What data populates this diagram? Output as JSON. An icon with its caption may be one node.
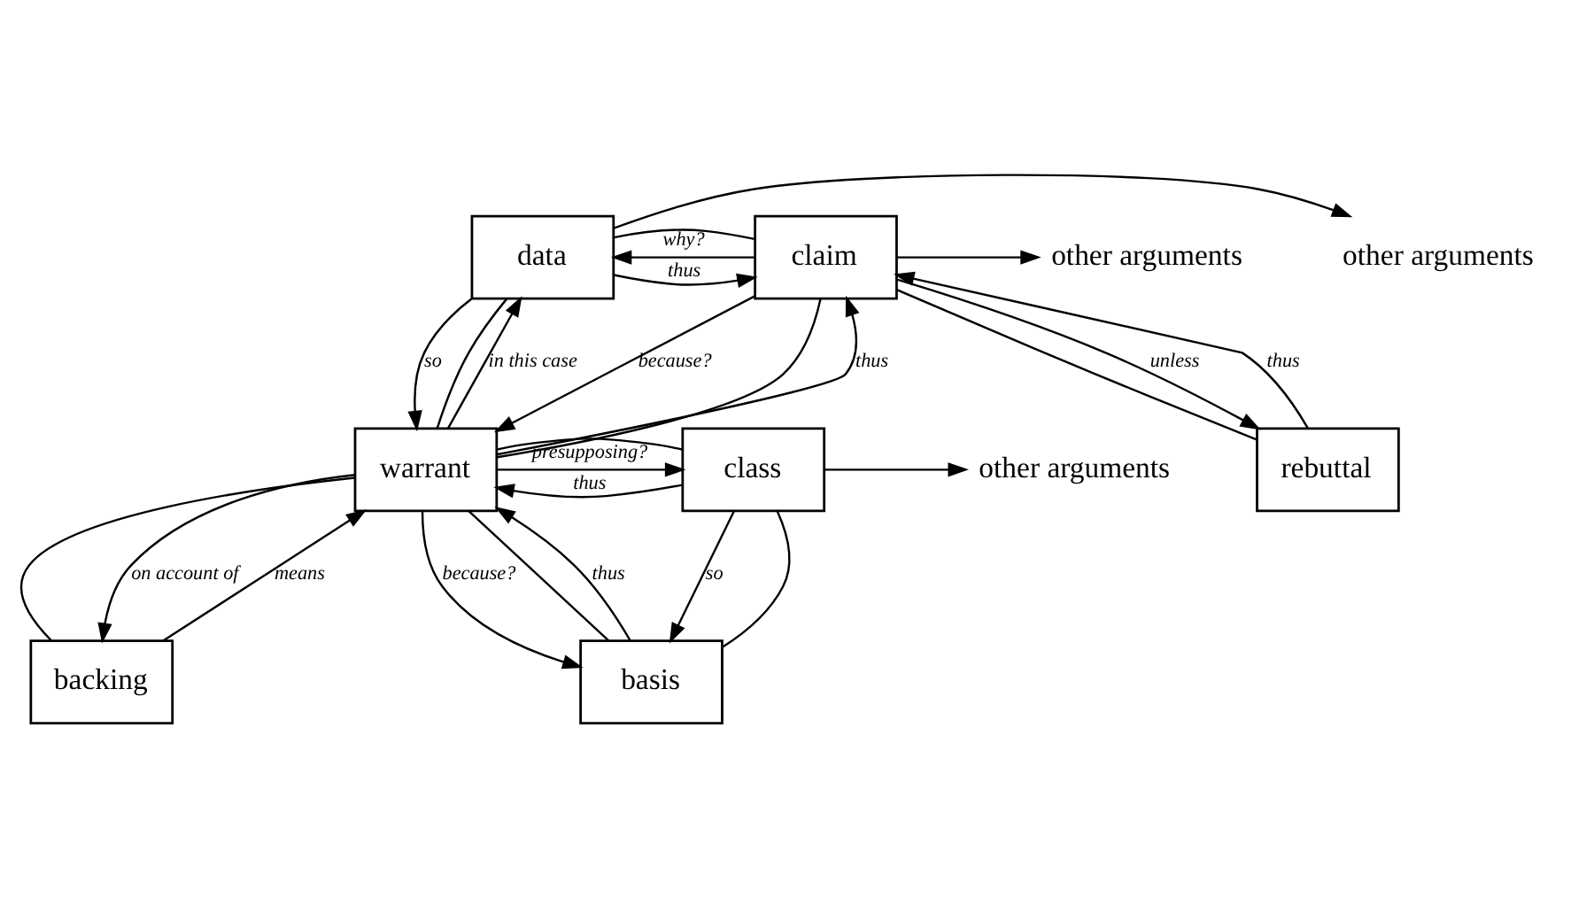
{
  "diagram": {
    "nodes": [
      {
        "text": [
          "other arguments"
        ]
      },
      {
        "text": [
          "data"
        ]
      },
      {
        "text": [
          "claim"
        ]
      },
      {
        "text": [
          "other arguments"
        ]
      },
      {
        "text": [
          "other arguments"
        ]
      },
      {
        "text": [
          "class"
        ]
      },
      {
        "text": [
          "warrant"
        ]
      },
      {
        "text": [
          "rebuttal"
        ]
      },
      {
        "text": [
          "basis"
        ]
      },
      {
        "text": [
          "backing"
        ]
      }
    ],
    "edges": [
      {
        "from": 1,
        "to": 0,
        "arrow": "to"
      },
      {
        "from": 2,
        "to": 3,
        "arrow": "to"
      },
      {
        "from": 5,
        "to": 4,
        "arrow": "to"
      },
      {
        "from": 2,
        "to": 1,
        "arrow": "to",
        "label": "why?"
      },
      {
        "from": 1,
        "to": 2,
        "arrow": "to",
        "label": "thus"
      },
      {
        "from": 1,
        "to": 2,
        "arrow": "none"
      },
      {
        "from": 6,
        "to": 1,
        "arrow": "none"
      },
      {
        "from": 6,
        "to": 2,
        "arrow": "none"
      },
      {
        "from": 1,
        "to": 6,
        "arrow": "to",
        "label": "so"
      },
      {
        "from": 6,
        "to": 1,
        "arrow": "to",
        "label": "in this case"
      },
      {
        "from": 6,
        "to": 2,
        "arrow": "to",
        "label": "thus"
      },
      {
        "from": 2,
        "to": 6,
        "arrow": "to",
        "label": "because?"
      },
      {
        "from": 2,
        "to": 7,
        "arrow": "none"
      },
      {
        "from": 7,
        "to": 2,
        "arrow": "to",
        "label": "thus"
      },
      {
        "from": 2,
        "to": 7,
        "arrow": "to",
        "label": "unless"
      },
      {
        "from": 6,
        "to": 5,
        "arrow": "to",
        "label": "presupposing?"
      },
      {
        "from": 5,
        "to": 6,
        "arrow": "to",
        "label": "thus"
      },
      {
        "from": 5,
        "to": 6,
        "arrow": "none"
      },
      {
        "from": 8,
        "to": 5,
        "arrow": "none"
      },
      {
        "from": 8,
        "to": 6,
        "arrow": "none"
      },
      {
        "from": 5,
        "to": 8,
        "arrow": "to",
        "label": "so"
      },
      {
        "from": 8,
        "to": 6,
        "arrow": "to",
        "label": "thus"
      },
      {
        "from": 6,
        "to": 8,
        "arrow": "to",
        "label": "because?"
      },
      {
        "from": 9,
        "to": 6,
        "arrow": "to",
        "label": "means"
      },
      {
        "from": 6,
        "to": 9,
        "arrow": "none"
      },
      {
        "from": 6,
        "to": 9,
        "arrow": "to",
        "label": "on account of"
      }
    ]
  }
}
